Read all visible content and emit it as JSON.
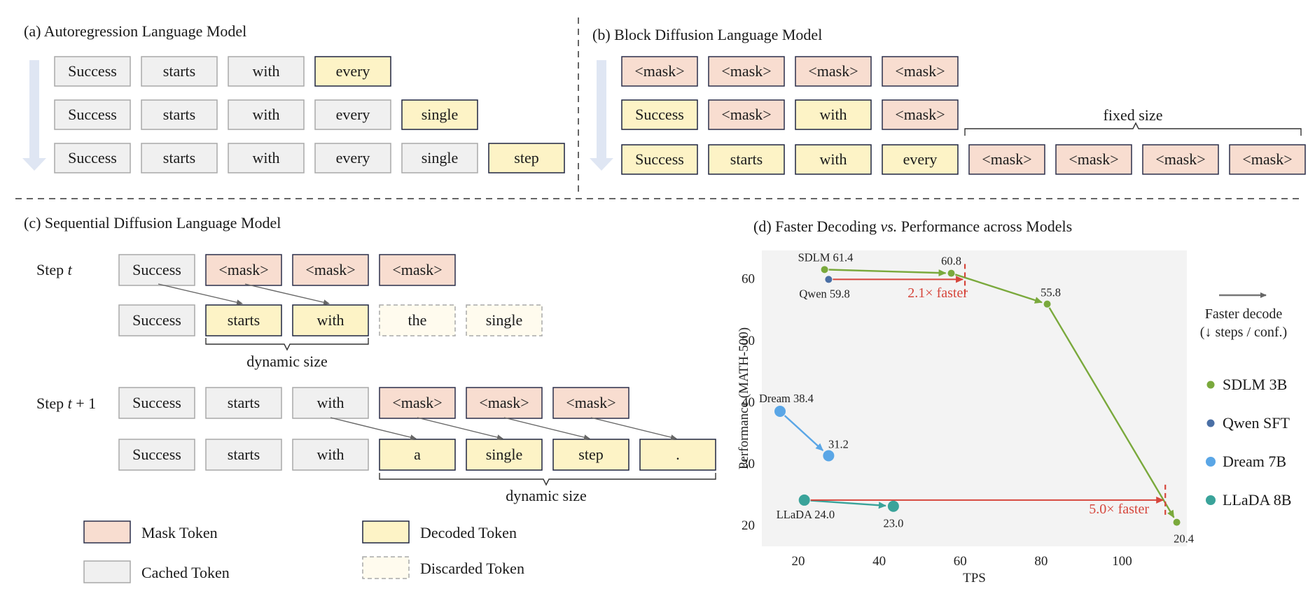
{
  "colors": {
    "mask_fill": "#f8ddd0",
    "mask_stroke": "#2a2f4a",
    "decoded_fill": "#fdf3c6",
    "decoded_stroke": "#1f2540",
    "cached_fill": "#f0f0f0",
    "cached_stroke": "#a9a9a9",
    "discarded_fill": "#fffbee",
    "discarded_stroke": "#a9a9a9",
    "arrow_light": "#dfe6f3",
    "plot_bg": "#f3f3f3",
    "sdlm": "#7aa93c",
    "qwen": "#4a6fa5",
    "dream": "#5aa6e6",
    "llada": "#3aa39a",
    "speedup": "#d6463c"
  },
  "panel_a": {
    "title": "(a) Autoregression Language Model",
    "rows": [
      [
        {
          "t": "Success",
          "s": "cached"
        },
        {
          "t": "starts",
          "s": "cached"
        },
        {
          "t": "with",
          "s": "cached"
        },
        {
          "t": "every",
          "s": "decoded"
        }
      ],
      [
        {
          "t": "Success",
          "s": "cached"
        },
        {
          "t": "starts",
          "s": "cached"
        },
        {
          "t": "with",
          "s": "cached"
        },
        {
          "t": "every",
          "s": "cached"
        },
        {
          "t": "single",
          "s": "decoded"
        }
      ],
      [
        {
          "t": "Success",
          "s": "cached"
        },
        {
          "t": "starts",
          "s": "cached"
        },
        {
          "t": "with",
          "s": "cached"
        },
        {
          "t": "every",
          "s": "cached"
        },
        {
          "t": "single",
          "s": "cached"
        },
        {
          "t": "step",
          "s": "decoded"
        }
      ]
    ]
  },
  "panel_b": {
    "title": "(b) Block Diffusion Language Model",
    "rows": [
      [
        {
          "t": "<mask>",
          "s": "mask"
        },
        {
          "t": "<mask>",
          "s": "mask"
        },
        {
          "t": "<mask>",
          "s": "mask"
        },
        {
          "t": "<mask>",
          "s": "mask"
        }
      ],
      [
        {
          "t": "Success",
          "s": "decoded"
        },
        {
          "t": "<mask>",
          "s": "mask"
        },
        {
          "t": "with",
          "s": "decoded"
        },
        {
          "t": "<mask>",
          "s": "mask"
        }
      ],
      [
        {
          "t": "Success",
          "s": "decoded"
        },
        {
          "t": "starts",
          "s": "decoded"
        },
        {
          "t": "with",
          "s": "decoded"
        },
        {
          "t": "every",
          "s": "decoded"
        },
        {
          "t": "<mask>",
          "s": "mask"
        },
        {
          "t": "<mask>",
          "s": "mask"
        },
        {
          "t": "<mask>",
          "s": "mask"
        },
        {
          "t": "<mask>",
          "s": "mask"
        }
      ]
    ],
    "brace_label": "fixed size"
  },
  "panel_c": {
    "title": "(c) Sequential Diffusion Language Model",
    "step_t": "Step",
    "step_var": "t",
    "step_t1": "Step",
    "step_var1": "t",
    "step_plus": " + 1",
    "rows": [
      [
        {
          "t": "Success",
          "s": "cached"
        },
        {
          "t": "<mask>",
          "s": "mask"
        },
        {
          "t": "<mask>",
          "s": "mask"
        },
        {
          "t": "<mask>",
          "s": "mask"
        }
      ],
      [
        {
          "t": "Success",
          "s": "cached"
        },
        {
          "t": "starts",
          "s": "decoded"
        },
        {
          "t": "with",
          "s": "decoded"
        },
        {
          "t": "the",
          "s": "discarded"
        },
        {
          "t": "single",
          "s": "discarded"
        }
      ],
      [
        {
          "t": "Success",
          "s": "cached"
        },
        {
          "t": "starts",
          "s": "cached"
        },
        {
          "t": "with",
          "s": "cached"
        },
        {
          "t": "<mask>",
          "s": "mask"
        },
        {
          "t": "<mask>",
          "s": "mask"
        },
        {
          "t": "<mask>",
          "s": "mask"
        }
      ],
      [
        {
          "t": "Success",
          "s": "cached"
        },
        {
          "t": "starts",
          "s": "cached"
        },
        {
          "t": "with",
          "s": "cached"
        },
        {
          "t": "a",
          "s": "decoded"
        },
        {
          "t": "single",
          "s": "decoded"
        },
        {
          "t": "step",
          "s": "decoded"
        },
        {
          "t": ".",
          "s": "decoded"
        }
      ]
    ],
    "brace1_label": "dynamic size",
    "brace2_label": "dynamic size"
  },
  "legend": {
    "mask": "Mask Token",
    "cached": "Cached Token",
    "decoded": "Decoded Token",
    "discarded": "Discarded Token"
  },
  "chart_data": {
    "type": "scatter",
    "title": "(d) Faster Decoding vs. Performance across Models",
    "title_prefix": "(d) Faster Decoding ",
    "title_vs": "vs.",
    "title_suffix": " Performance across Models",
    "xlabel": "TPS",
    "ylabel": "Performance (MATH-500)",
    "xlim": [
      11,
      116
    ],
    "ylim": [
      16.5,
      64.5
    ],
    "xticks": [
      20,
      40,
      60,
      80,
      100
    ],
    "yticks": [
      20,
      30,
      40,
      50,
      60
    ],
    "series": [
      {
        "name": "SDLM 3B",
        "color": "#7aa93c",
        "size": "small",
        "points": [
          {
            "x": 26.5,
            "y": 61.4,
            "label": "SDLM 61.4"
          },
          {
            "x": 57.8,
            "y": 60.8,
            "label": "60.8"
          },
          {
            "x": 81.5,
            "y": 55.8,
            "label": "55.8"
          },
          {
            "x": 113.5,
            "y": 20.4,
            "label": "20.4"
          }
        ]
      },
      {
        "name": "Qwen SFT",
        "color": "#4a6fa5",
        "size": "small",
        "points": [
          {
            "x": 27.5,
            "y": 59.8,
            "label": "Qwen 59.8"
          }
        ]
      },
      {
        "name": "Dream 7B",
        "color": "#5aa6e6",
        "size": "large",
        "points": [
          {
            "x": 15.5,
            "y": 38.4,
            "label": "Dream 38.4"
          },
          {
            "x": 27.5,
            "y": 31.2,
            "label": "31.2"
          }
        ]
      },
      {
        "name": "LLaDA 8B",
        "color": "#3aa39a",
        "size": "large",
        "points": [
          {
            "x": 21.5,
            "y": 24.0,
            "label": "LLaDA 24.0"
          },
          {
            "x": 43.5,
            "y": 23.0,
            "label": "23.0"
          }
        ]
      }
    ],
    "speedups": [
      {
        "label": "2.1× faster",
        "from_x": 27.5,
        "to_x": 61,
        "y": 59.8
      },
      {
        "label": "5.0× faster",
        "from_x": 21.5,
        "to_x": 110.5,
        "y": 24.0
      }
    ],
    "side_note": [
      "Faster decode",
      "(↓ steps / conf.)"
    ]
  }
}
